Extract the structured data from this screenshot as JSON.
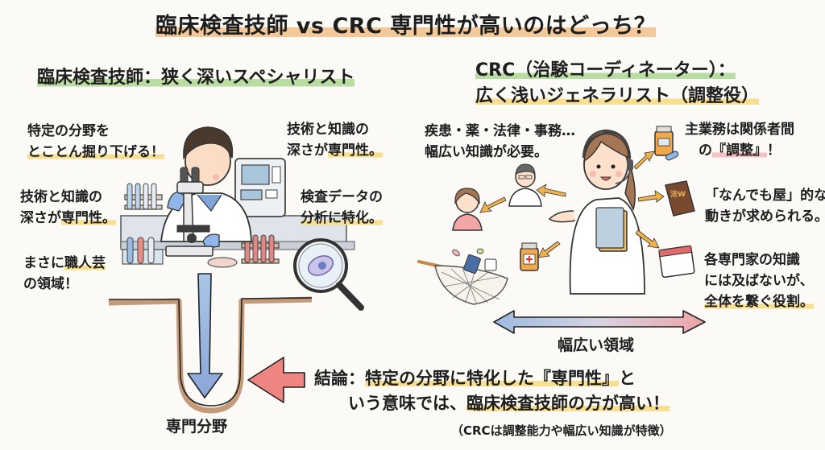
{
  "title": "臨床検査技師 vs CRC 専門性が高いのはどっち？",
  "colors": {
    "title_underline": "#f3c999",
    "green_highlight": "#b9dca3",
    "yellow_highlight": "#f7df8f",
    "pink_highlight": "#f4c2c0",
    "blue_arrow": "#9dbbe0",
    "red_arrow": "#ee8580",
    "soil_brown": "#c49a78"
  },
  "left": {
    "heading": "臨床検査技師：狭く深いスペシャリスト",
    "notes": [
      {
        "line1": "特定の分野を",
        "line2_pre": "",
        "line2_hl": "とことん掘り下げる！"
      },
      {
        "line1": "技術と知識の",
        "line2_pre": "深さが",
        "line2_hl": "専門性。"
      },
      {
        "line1_pre": "まさに",
        "line1_hl": "職人芸",
        "line2": "の領域！"
      }
    ],
    "right_notes": [
      {
        "line1": "技術と知識の",
        "line2_pre": "深さが",
        "line2_hl": "専門性。"
      },
      {
        "line1": "検査データの",
        "line2_hl": "分析に特化。"
      }
    ],
    "pit_label": "専門分野",
    "illustrations": [
      "lab-technician-with-microscope",
      "test-tube-rack",
      "blood-sample-rack",
      "analyzer-machine",
      "petri-dish",
      "magnifying-glass-cell"
    ]
  },
  "right": {
    "heading_line1": "CRC（治験コーディネーター）：",
    "heading_line2": "広く浅いジェネラリスト（調整役）",
    "top_note": {
      "line1": "疾患・薬・法律・事務…",
      "line2": "幅広い知識が必要。"
    },
    "notes": [
      {
        "line1": "主業務は関係者間",
        "line2_pre": "の",
        "line2_hl": "『調整』",
        "line2_post": "！"
      },
      {
        "line1": "「なんでも屋」的な",
        "line2": "動きが求められる。"
      },
      {
        "line1": "各専門家の知識",
        "line2": "には及ばないが、",
        "line3_hl": "全体を繋ぐ役割。"
      }
    ],
    "book_label": "法W",
    "range_label": "幅広い領域",
    "illustrations": [
      "crc-woman-with-headset",
      "doctor",
      "patient",
      "medicine-bottle",
      "law-book",
      "calendar",
      "net-with-items"
    ]
  },
  "conclusion": {
    "label": "結論：",
    "line1_hl": "特定の分野に特化した『専門性』",
    "line1_post": "と",
    "line2_pre": "いう意味では、",
    "line2_hl": "臨床検査技師の方が高い！",
    "note": "（CRCは調整能力や幅広い知識が特徴）"
  }
}
